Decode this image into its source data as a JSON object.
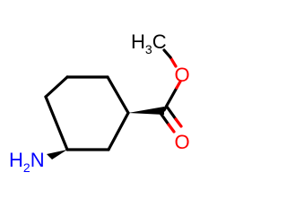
{
  "molecule": {
    "atoms": {
      "methyl": {
        "symbol": "H",
        "subscript": "3",
        "suffix": "C",
        "color": "#000000"
      },
      "ester_oxygen": {
        "symbol": "O",
        "color": "#ff0000"
      },
      "carbonyl_oxygen": {
        "symbol": "O",
        "color": "#ff0000"
      },
      "amine": {
        "symbol": "H",
        "subscript": "2",
        "suffix": "N",
        "color": "#0000ff"
      }
    },
    "bond_color": "#000000"
  }
}
